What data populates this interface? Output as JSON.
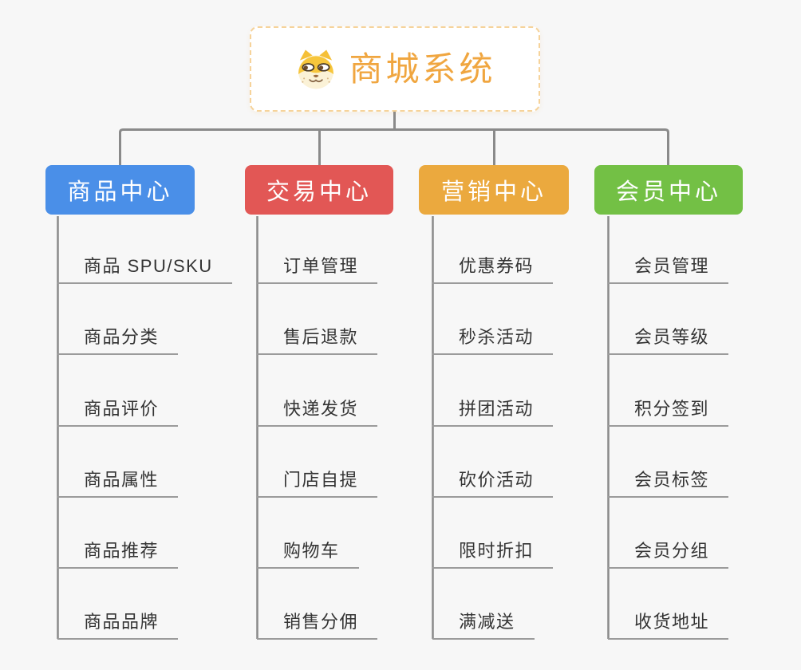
{
  "canvas": {
    "background": "#F7F7F7"
  },
  "root": {
    "title": "商城系统",
    "title_color": "#F0A640",
    "border_color": "#F6D39A",
    "icon": "dog-face-icon"
  },
  "branches": [
    {
      "label": "商品中心",
      "color": "#4A8FE8",
      "items": [
        "商品 SPU/SKU",
        "商品分类",
        "商品评价",
        "商品属性",
        "商品推荐",
        "商品品牌"
      ]
    },
    {
      "label": "交易中心",
      "color": "#E25755",
      "items": [
        "订单管理",
        "售后退款",
        "快递发货",
        "门店自提",
        "购物车",
        "销售分佣"
      ]
    },
    {
      "label": "营销中心",
      "color": "#EBA93E",
      "items": [
        "优惠券码",
        "秒杀活动",
        "拼团活动",
        "砍价活动",
        "限时折扣",
        "满减送"
      ]
    },
    {
      "label": "会员中心",
      "color": "#73C045",
      "items": [
        "会员管理",
        "会员等级",
        "积分签到",
        "会员标签",
        "会员分组",
        "收货地址"
      ]
    }
  ],
  "connector_color": "#8A8A8A",
  "underline_color": "#9B9B9B"
}
